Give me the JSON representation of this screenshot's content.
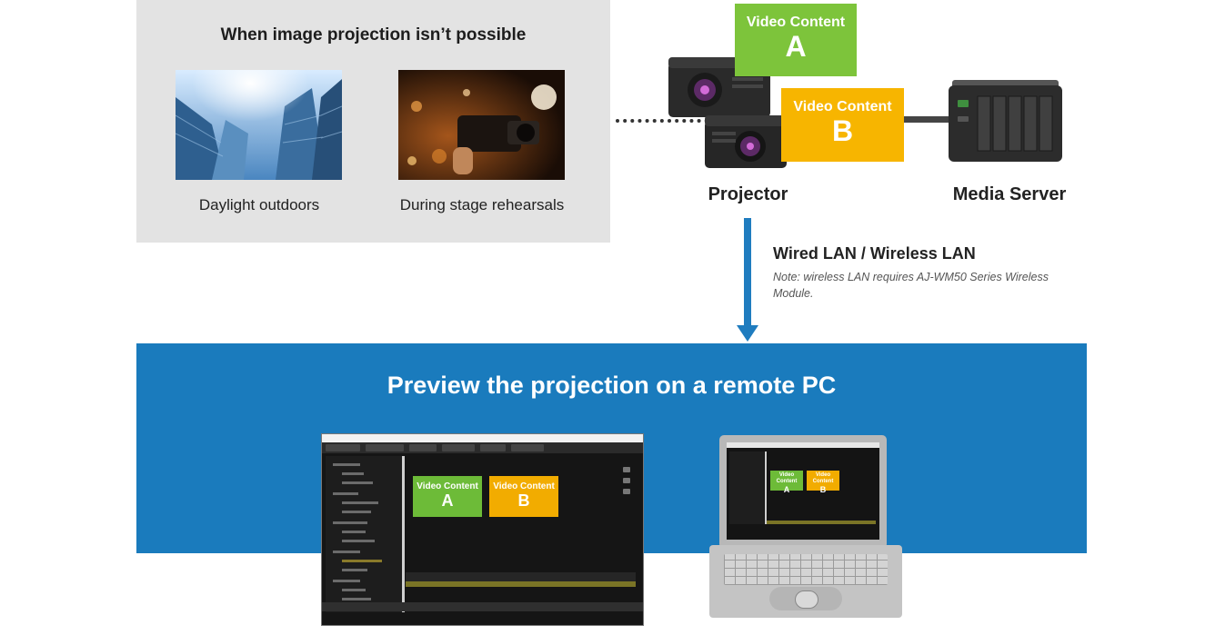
{
  "left_panel": {
    "title": "When image projection isn’t possible",
    "photos": [
      {
        "caption": "Daylight outdoors",
        "icon": "skyscraper-photo"
      },
      {
        "caption": "During stage rehearsals",
        "icon": "stage-camera-photo"
      }
    ]
  },
  "video_content": {
    "a": {
      "label": "Video Content",
      "letter": "A",
      "color": "#7dc43b"
    },
    "b": {
      "label": "Video Content",
      "letter": "B",
      "color": "#f7b500"
    }
  },
  "labels": {
    "projector": "Projector",
    "media_server": "Media Server"
  },
  "connection": {
    "title": "Wired LAN / Wireless LAN",
    "note": "Note: wireless LAN requires AJ-WM50 Series Wireless Module."
  },
  "banner": {
    "title": "Preview the projection on a remote PC",
    "color": "#1a7bbd"
  },
  "colors": {
    "panel_bg": "#e3e3e3",
    "arrow": "#1f7cbf"
  }
}
